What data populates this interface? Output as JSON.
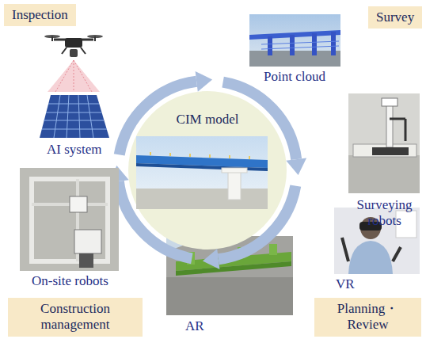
{
  "diagram": {
    "nodes": [
      {
        "text": [
          "Inspection"
        ]
      },
      {
        "text": [
          "Survey"
        ]
      },
      {
        "text": [
          "CIM model"
        ]
      },
      {
        "text": [
          "Construction management"
        ]
      },
      {
        "text": [
          "Planning・ Review"
        ]
      }
    ],
    "labels": [
      "Point cloud",
      "AI system",
      "Surveying robots",
      "On-site robots",
      "VR",
      "AR"
    ]
  }
}
